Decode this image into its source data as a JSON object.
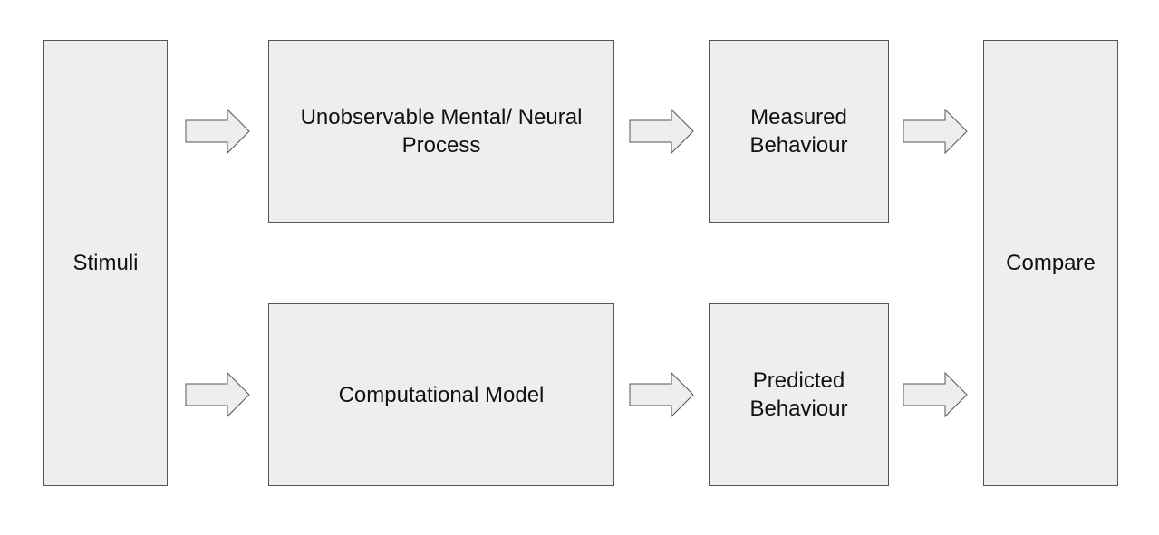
{
  "diagram": {
    "nodes": {
      "stimuli": "Stimuli",
      "unobservable_process": "Unobservable Mental/ Neural Process",
      "measured_behaviour": "Measured Behaviour",
      "computational_model": "Computational Model",
      "predicted_behaviour": "Predicted Behaviour",
      "compare": "Compare"
    },
    "edges": [
      {
        "from": "stimuli",
        "to": "unobservable_process"
      },
      {
        "from": "unobservable_process",
        "to": "measured_behaviour"
      },
      {
        "from": "measured_behaviour",
        "to": "compare"
      },
      {
        "from": "stimuli",
        "to": "computational_model"
      },
      {
        "from": "computational_model",
        "to": "predicted_behaviour"
      },
      {
        "from": "predicted_behaviour",
        "to": "compare"
      }
    ],
    "colors": {
      "box_fill": "#eeeeee",
      "box_border": "#555555",
      "text": "#111111"
    }
  }
}
